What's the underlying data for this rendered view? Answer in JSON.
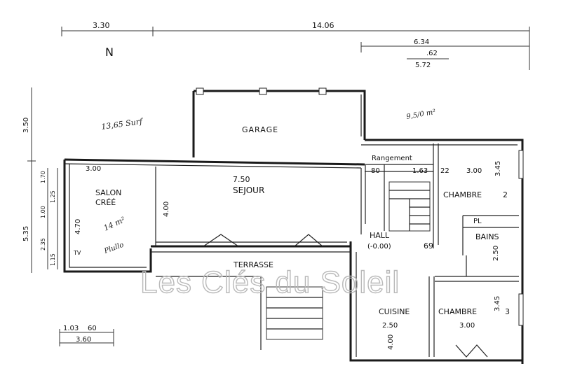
{
  "dimensions": {
    "top_left": "3.30",
    "top_total": "14.06",
    "top_right": "6.34",
    "top_right_a": ".62",
    "top_right_b": "5.72",
    "left_upper": "3.50",
    "left_lower": "5.35",
    "bottom_a": "1.03",
    "bottom_b": "60",
    "bottom_total": "3.60"
  },
  "rooms": {
    "garage": "GARAGE",
    "salon_line1": "SALON",
    "salon_line2": "CRÉÉ",
    "sejour": "SEJOUR",
    "rangement": "Rangement",
    "hall": "HALL",
    "hall_level": "(-0.00)",
    "chambre2": "CHAMBRE",
    "chambre2_num": "2",
    "pl": "PL",
    "bains": "BAINS",
    "terrasse": "TERRASSE",
    "cuisine": "CUISINE",
    "chambre3": "CHAMBRE",
    "chambre3_num": "3"
  },
  "room_dims": {
    "salon_width": "3.00",
    "sejour_width": "7.50",
    "sejour_depth": "4.00",
    "salon_depth": "4.70",
    "rangement_a": "80",
    "rangement_b": "1.63",
    "rangement_c": "22",
    "chambre2_width": "3.00",
    "chambre2_depth": "3.45",
    "bains_depth": "2.50",
    "cuisine_width": "2.50",
    "cuisine_depth": "4.00",
    "chambre3_width": "3.00",
    "chambre3_depth": "3.45",
    "left_stack_a": "1.70",
    "left_stack_b": "1.25",
    "left_stack_c": "1.00",
    "left_stack_d": "2.35",
    "left_stack_e": "1.15",
    "hall_mark": "69"
  },
  "annotations": {
    "garage_note": "13,65 Surf",
    "rangement_note": "9,5/0 m²",
    "salon_note_1": "14 m²",
    "salon_note_2": "Plullo",
    "tv": "TV"
  },
  "watermark": "Les Clés du Soleil",
  "north_marker": "N"
}
